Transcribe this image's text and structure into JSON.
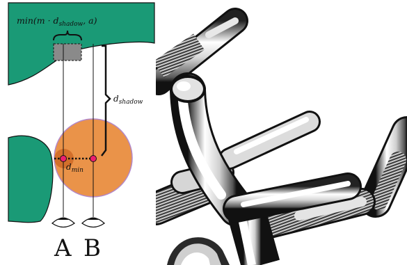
{
  "diagram": {
    "formula_prefix": "min(m · d",
    "formula_sub": "shadow",
    "formula_suffix": ", a)",
    "d_shadow_main": "d",
    "d_shadow_sub": "shadow",
    "d_min_main": "d",
    "d_min_sub": "min",
    "label_a": "A",
    "label_b": "B"
  },
  "colors": {
    "occluder": "#1a9a76",
    "sphere": "#e88a3a",
    "sphere_outline": "#b388c8",
    "hit_point": "#ec1f6e",
    "shadow_box": "#8a8a8a"
  },
  "render": {
    "description_icon": "tube-render-image"
  }
}
